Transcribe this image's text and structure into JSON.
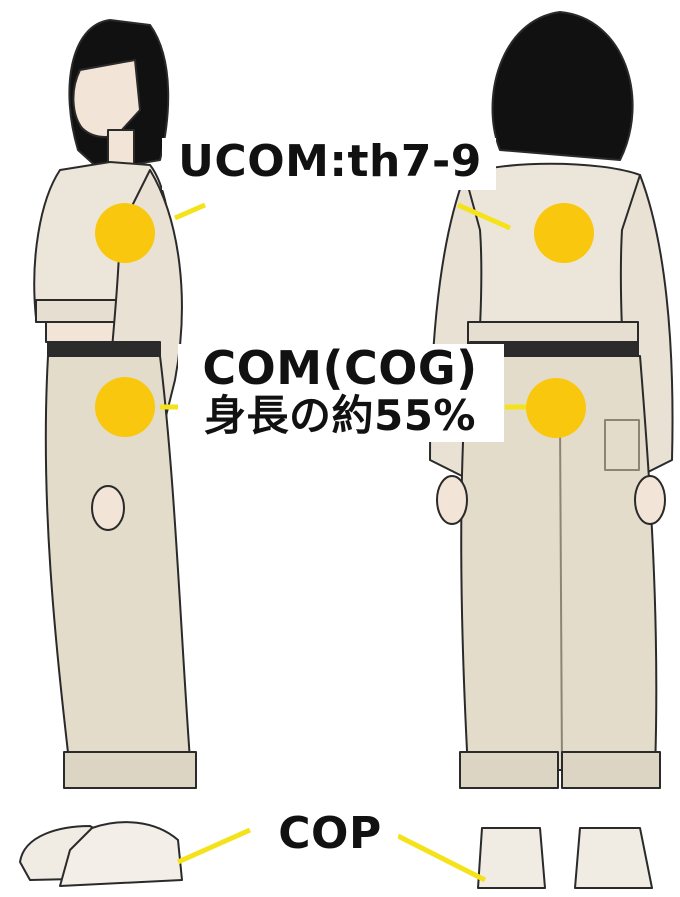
{
  "labels": {
    "ucom": "UCOM:th7-9",
    "com_line1": "COM(COG)",
    "com_line2": "身長の約55%",
    "cop": "COP"
  },
  "colors": {
    "marker": "#F9C80E",
    "leader_line": "#F4E21B",
    "garment": "#ECE6DA",
    "pants": "#E3DCCB",
    "hair": "#111111",
    "outline": "#2A2A2A",
    "skin": "#F3E4D8",
    "belt": "#2B2B2B"
  },
  "icons": [
    "ucom-marker",
    "com-marker",
    "cop-leader"
  ]
}
